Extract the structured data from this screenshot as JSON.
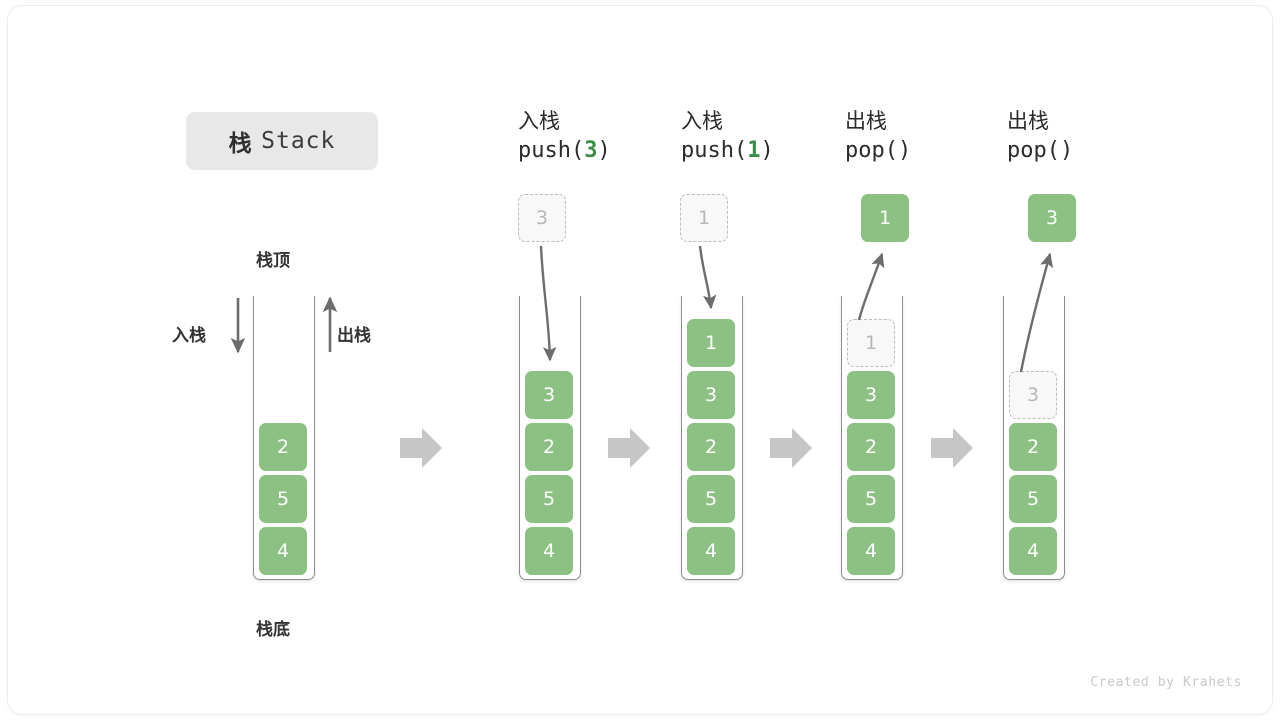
{
  "title": {
    "cn": "栈",
    "en": "Stack"
  },
  "legend": {
    "top_label": "栈顶",
    "bottom_label": "栈底",
    "push_label": "入栈",
    "pop_label": "出栈"
  },
  "colors": {
    "block_green": "#8cc183",
    "ghost_fill": "#f8f8f8",
    "ghost_border": "#bdbdbd",
    "ghost_text": "#b7b7b7",
    "arrow_gray": "#6d6d6d",
    "separator_gray": "#c6c6c6",
    "chip_bg": "#e8e8e8",
    "accent_green_text": "#3c8c46"
  },
  "stages": [
    {
      "id": "initial",
      "op_cn": "",
      "op_code_prefix": "",
      "op_code_arg": "",
      "op_code_suffix": "",
      "floating": null,
      "ghost_in_stack": null,
      "stack": [
        "2",
        "5",
        "4"
      ]
    },
    {
      "id": "push-3",
      "op_cn": "入栈",
      "op_code_prefix": "push(",
      "op_code_arg": "3",
      "op_code_suffix": ")",
      "floating": {
        "value": "3",
        "style": "ghost"
      },
      "ghost_in_stack": null,
      "stack": [
        "3",
        "2",
        "5",
        "4"
      ]
    },
    {
      "id": "push-1",
      "op_cn": "入栈",
      "op_code_prefix": "push(",
      "op_code_arg": "1",
      "op_code_suffix": ")",
      "floating": {
        "value": "1",
        "style": "ghost"
      },
      "ghost_in_stack": null,
      "stack": [
        "1",
        "3",
        "2",
        "5",
        "4"
      ]
    },
    {
      "id": "pop-1",
      "op_cn": "出栈",
      "op_code_prefix": "pop(",
      "op_code_arg": "",
      "op_code_suffix": ")",
      "floating": {
        "value": "1",
        "style": "solid"
      },
      "ghost_in_stack": "1",
      "stack": [
        "3",
        "2",
        "5",
        "4"
      ]
    },
    {
      "id": "pop-3",
      "op_cn": "出栈",
      "op_code_prefix": "pop(",
      "op_code_arg": "",
      "op_code_suffix": ")",
      "floating": {
        "value": "3",
        "style": "solid"
      },
      "ghost_in_stack": "3",
      "stack": [
        "2",
        "5",
        "4"
      ]
    }
  ],
  "footer": "Created by Krahets"
}
